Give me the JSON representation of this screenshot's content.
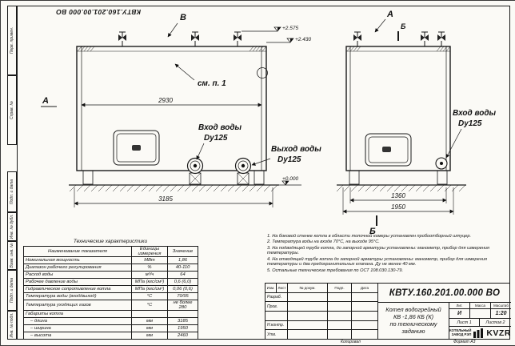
{
  "frame": {
    "doc_number_top": "КВТУ.160.201.00.000 ВО",
    "copied_label": "Копировал",
    "format_label": "Формат  А3",
    "side_labels": [
      "Перв. примен.",
      "Справ. №",
      "Подп. и дата",
      "Инв. № дубл.",
      "Взам. инв. №",
      "Подп. и дата",
      "Инв. № подл."
    ]
  },
  "drawing": {
    "markers": {
      "v_top": "В",
      "a_left": "А",
      "a_right": "А",
      "b_right_top": "Б",
      "b_right_bottom": "Б"
    },
    "levels": {
      "valve_top": "+2.575",
      "boiler_top": "+2.430",
      "ground": "+0.000"
    },
    "dims": {
      "left_inner": "2930",
      "left_overall": "3185",
      "right_inner": "1360",
      "right_overall": "1950"
    },
    "labels": {
      "see_note": "см. п. 1",
      "inlet_front_1": "Вход воды",
      "inlet_front_2": "Dy125",
      "outlet_1": "Выход воды",
      "outlet_2": "Dy125",
      "inlet_side_1": "Вход воды",
      "inlet_side_2": "Dy125"
    }
  },
  "spec_table": {
    "title": "Технические характеристики",
    "headers": [
      "Наименование показателя",
      "Единицы измерения",
      "Значение"
    ],
    "rows": [
      [
        "Номинальная мощность",
        "МВт",
        "1,86"
      ],
      [
        "Диапазон рабочего регулирования",
        "%",
        "40-110"
      ],
      [
        "Расход воды",
        "м³/ч",
        "64"
      ],
      [
        "Рабочее давление воды",
        "МПа (кгс/см²)",
        "0,6 (6,0)"
      ],
      [
        "Гидравлическое сопротивление котла",
        "МПа (кгс/см²)",
        "0,06 (0,6)"
      ],
      [
        "Температура воды (вход/выход)",
        "°С",
        "70/95"
      ],
      [
        "Температура уходящих газов",
        "°С",
        "не более 280"
      ],
      [
        "Габариты котла",
        "",
        ""
      ],
      [
        "– длина",
        "мм",
        "3185"
      ],
      [
        "– ширина",
        "мм",
        "1950"
      ],
      [
        "– высота",
        "мм",
        "2460"
      ]
    ]
  },
  "notes": [
    "1. На боковой стенке котла в области топочной камеры установлен пробоотборный штуцер.",
    "2. Температура воды на входе 70°С, на выходе 95°С.",
    "3. На подводящей трубе котла, до запорной арматуры установлены: манометр, прибор для измерения температуры.",
    "4. На отводящей трубе котла до запорной арматуры установлены: манометр, прибор для измерения температуры и два предохранительных клапана. Ду не менее 40 мм.",
    "5. Остальные технические требования по ОСТ 108.030.130-79."
  ],
  "title_block": {
    "doc_number": "КВТУ.160.201.00.000 ВО",
    "product_lines": [
      "Котел водогрейный",
      "КВ -1,86 КБ (К)",
      "по техническому заданию"
    ],
    "header_cols": [
      "Изм.",
      "Лист",
      "№ докум.",
      "Подп.",
      "Дата"
    ],
    "rows": [
      "Разраб.",
      "Пров.",
      "",
      "Н.контр.",
      "Утв."
    ],
    "lit_label": "Лит.",
    "mass_label": "Масса",
    "scale_label": "Масштаб",
    "lit_value": "И",
    "mass_value": "",
    "scale_value": "1:20",
    "sheet_label": "Лист 1",
    "sheets_label": "Листов 2",
    "brand_small_1": "КОТЕЛЬНЫЙ",
    "brand_small_2": "ЗАВОД РЭП",
    "brand_name": "KVZR"
  }
}
